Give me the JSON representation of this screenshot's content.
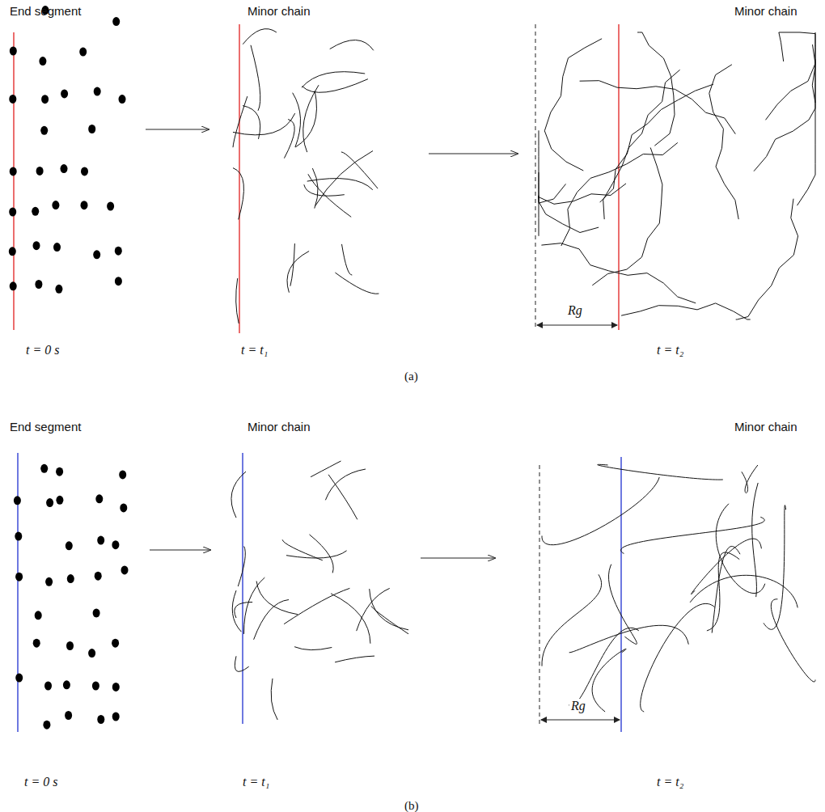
{
  "diagram": {
    "labels": [
      "End segment",
      "Minor chain",
      "Minor chain",
      "t = 0 s",
      "t = t₁",
      "Rg",
      "t = t₂",
      "(a)",
      "End segment",
      "Minor chain",
      "Minor chain",
      "t = 0 s",
      "t = t₁",
      "Rg",
      "t = t₂",
      "(b)"
    ]
  }
}
